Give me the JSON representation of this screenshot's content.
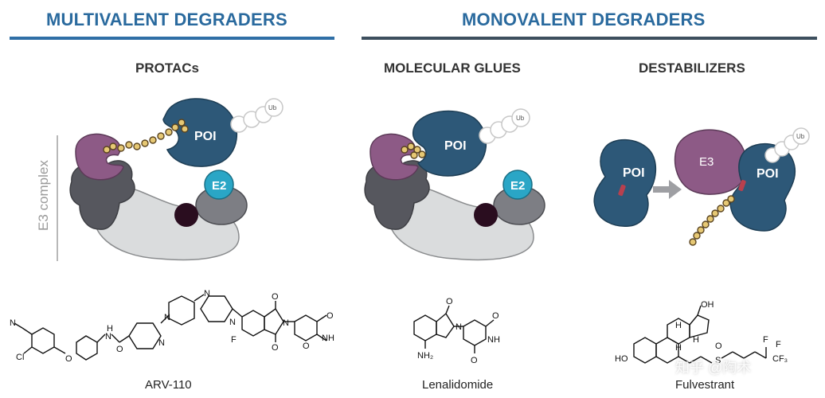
{
  "headers": {
    "multivalent": "MULTIVALENT DEGRADERS",
    "monovalent": "MONOVALENT DEGRADERS"
  },
  "subtitles": {
    "protacs": "PROTACs",
    "glues": "MOLECULAR GLUES",
    "destabilizers": "DESTABILIZERS"
  },
  "labels": {
    "e3_complex": "E3 complex",
    "poi": "POI",
    "e2": "E2",
    "e3": "E3",
    "ub": "Ub"
  },
  "captions": {
    "arv": "ARV-110",
    "lenalidomide": "Lenalidomide",
    "fulvestrant": "Fulvestrant"
  },
  "chem": {
    "n": "N",
    "nh": "NH",
    "h": "H",
    "o": "O",
    "oh": "OH",
    "ho": "HO",
    "cl": "Cl",
    "f": "F",
    "nh2": "NH₂",
    "s": "S",
    "cf3": "CF₃"
  },
  "watermark": "知乎 @陶术",
  "colors": {
    "header_blue": "#2a6a9e",
    "line_blue": "#2f6fa6",
    "line_dark": "#3d4f5e",
    "poi_blue": "#2d5878",
    "e3_purple": "#8d5a86",
    "e2_teal": "#2aa6c6",
    "dark_gray": "#56575e",
    "light_gray": "#d8dadb",
    "dark_ball": "#2a0d1f",
    "linker_gold": "#c9a030"
  }
}
